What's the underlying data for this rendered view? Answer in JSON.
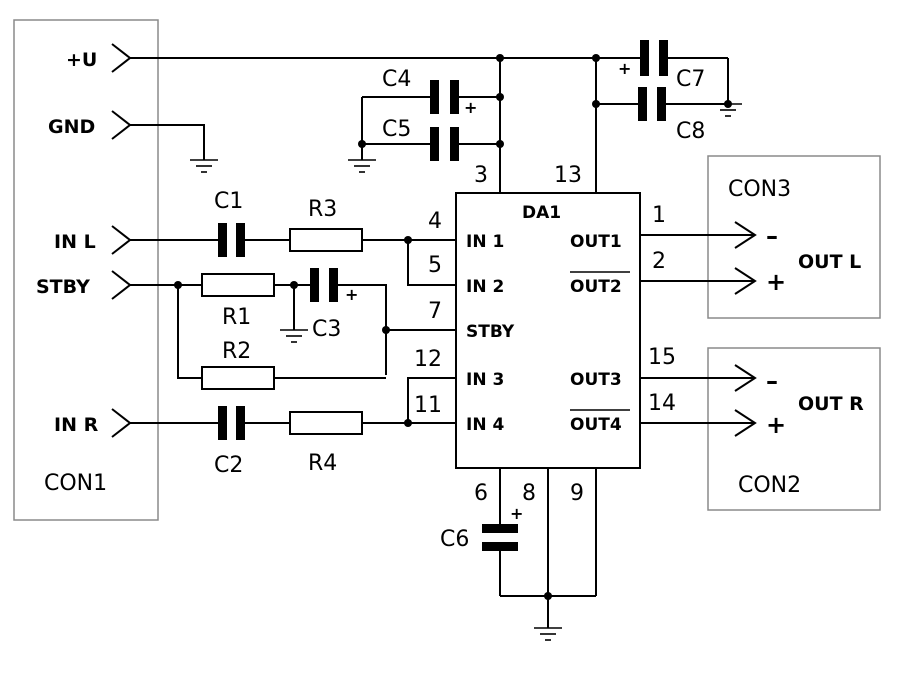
{
  "connectors": {
    "con1": {
      "name": "CON1",
      "pins": {
        "plus_u": "+U",
        "gnd": "GND",
        "in_l": "IN L",
        "stby": "STBY",
        "in_r": "IN R"
      }
    },
    "con3": {
      "name": "CON3",
      "minus": "–",
      "plus": "+",
      "output": "OUT L"
    },
    "con2": {
      "name": "CON2",
      "minus": "–",
      "plus": "+",
      "output": "OUT R"
    }
  },
  "chip": {
    "name": "DA1",
    "inputs": [
      "IN 1",
      "IN 2",
      "STBY",
      "IN 3",
      "IN 4"
    ],
    "outputs": [
      "OUT1",
      "OUT2",
      "OUT3",
      "OUT4"
    ]
  },
  "pins": {
    "p1": "1",
    "p2": "2",
    "p3": "3",
    "p4": "4",
    "p5": "5",
    "p6": "6",
    "p7": "7",
    "p8": "8",
    "p9": "9",
    "p11": "11",
    "p12": "12",
    "p13": "13",
    "p14": "14",
    "p15": "15"
  },
  "components": {
    "capacitors": [
      "C1",
      "C2",
      "C3",
      "C4",
      "C5",
      "C6",
      "C7",
      "C8"
    ],
    "resistors": [
      "R1",
      "R2",
      "R3",
      "R4"
    ]
  },
  "polarity_mark": "+"
}
